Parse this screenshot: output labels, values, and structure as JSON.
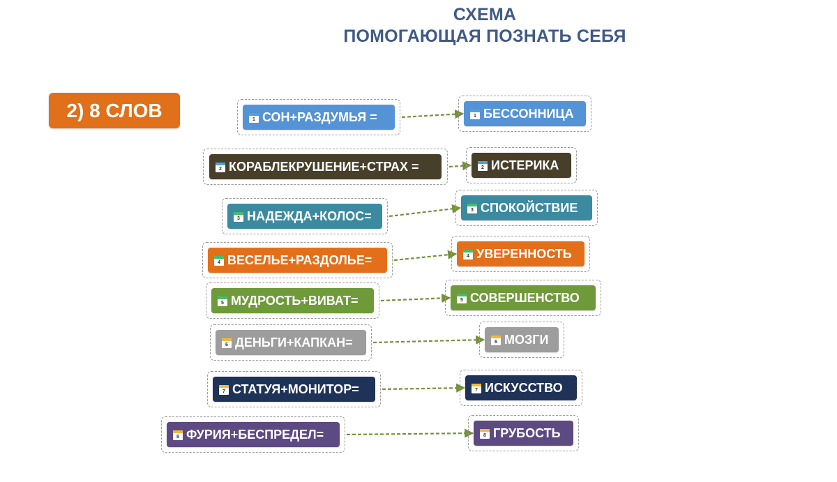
{
  "title": {
    "line1": "СХЕМА",
    "line2": "ПОМОГАЮЩАЯ ПОЗНАТЬ СЕБЯ"
  },
  "badge": "2) 8 СЛОВ",
  "colors": {
    "blue": "#5493d6",
    "olive_dark": "#483f2a",
    "teal": "#3b8aa0",
    "orange": "#e46f1a",
    "green": "#6f9a3a",
    "gray": "#9d9d9d",
    "navy": "#1f3257",
    "purple": "#5e4a82",
    "arrow": "#76913a"
  },
  "rows": [
    {
      "num": "1",
      "left": "СОН+РАЗДУМЬЯ =",
      "right": "БЕССОННИЦА",
      "color": "#5493d6"
    },
    {
      "num": "2",
      "left": "КОРАБЛЕКРУШЕНИЕ+СТРАХ =",
      "right": "ИСТЕРИКА",
      "color": "#483f2a"
    },
    {
      "num": "3",
      "left": "НАДЕЖДА+КОЛОС=",
      "right": "СПОКОЙСТВИЕ",
      "color": "#3b8aa0"
    },
    {
      "num": "4",
      "left": "ВЕСЕЛЬЕ+РАЗДОЛЬЕ=",
      "right": "УВЕРЕННОСТЬ",
      "color": "#e46f1a"
    },
    {
      "num": "5",
      "left": "МУДРОСТЬ+ВИВАТ=",
      "right": "СОВЕРШЕНСТВО",
      "color": "#6f9a3a"
    },
    {
      "num": "6",
      "left": "ДЕНЬГИ+КАПКАН=",
      "right": "МОЗГИ",
      "color": "#9d9d9d"
    },
    {
      "num": "7",
      "left": "СТАТУЯ+МОНИТОР=",
      "right": "ИСКУССТВО",
      "color": "#1f3257"
    },
    {
      "num": "8",
      "left": "ФУРИЯ+БЕСПРЕДЕЛ=",
      "right": "ГРУБОСТЬ",
      "color": "#5e4a82"
    }
  ]
}
